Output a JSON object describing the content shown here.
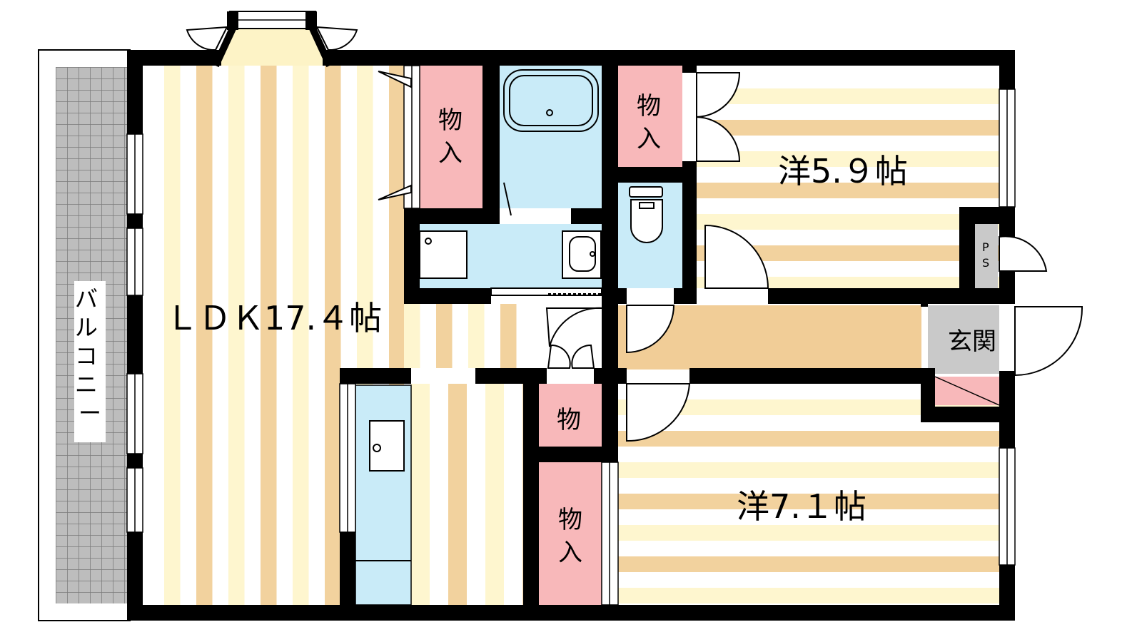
{
  "rooms": {
    "ldk": "ＬＤＫ17.４帖",
    "western_upper": "洋5.９帖",
    "western_lower": "洋7.１帖",
    "genkan": "玄関",
    "balcony": "バルコニー",
    "ps": [
      "P",
      "S"
    ]
  },
  "storage": {
    "closet_a": [
      "物",
      "入"
    ],
    "closet_b": [
      "物",
      "入"
    ],
    "closet_c": "物",
    "closet_d": [
      "物",
      "入"
    ]
  },
  "colors": {
    "wall": "#000000",
    "floor_stripe_cream": "#fef6cf",
    "floor_stripe_tan": "#f2d29e",
    "storage_pink": "#f8b8ba",
    "wet_area_blue": "#c9ebf8",
    "corridor_tan": "#f1cd97",
    "genkan_gray": "#c9c9c9",
    "balcony_gray": "#bdbdbd"
  }
}
